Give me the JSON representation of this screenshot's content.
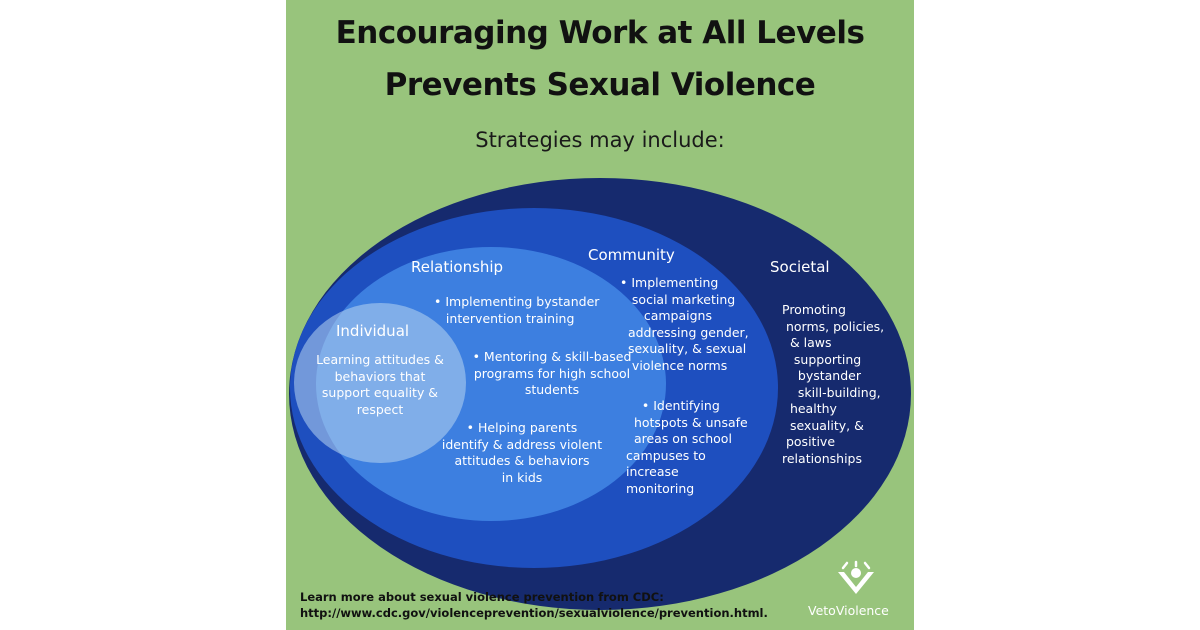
{
  "title_line1": "Encouraging Work at All Levels",
  "title_line2": "Prevents Sexual Violence",
  "subtitle": "Strategies may include:",
  "levels": {
    "individual": {
      "label": "Individual",
      "text": "Learning attitudes &\nbehaviors that\nsupport equality &\nrespect",
      "color": "#b8d6f0"
    },
    "relationship": {
      "label": "Relationship",
      "items": [
        "• Implementing bystander\n   intervention training",
        "• Mentoring & skill-based\nprograms for high school\nstudents",
        "• Helping parents\nidentify & address violent\nattitudes & behaviors\nin kids"
      ],
      "color": "#3d7fe0"
    },
    "community": {
      "label": "Community",
      "items": [
        "• Implementing\n   social marketing\n      campaigns\n  addressing gender,\n  sexuality, & sexual\n   violence norms",
        "    • Identifying\n  hotspots & unsafe\n  areas on school\ncampuses to\nincrease\nmonitoring"
      ],
      "color": "#1e4fbf"
    },
    "societal": {
      "label": "Societal",
      "text": "Promoting\n norms, policies,\n  & laws\n   supporting\n    bystander\n    skill-building,\n  healthy\n  sexuality, &\n positive\nrelationships",
      "color": "#162a6e"
    }
  },
  "footer": {
    "line1": "Learn more about sexual violence prevention from CDC:",
    "line2": "http://www.cdc.gov/violenceprevention/sexualviolence/prevention.html."
  },
  "brand": "VetoViolence",
  "colors": {
    "background": "#98c47c",
    "text": "#111111"
  }
}
